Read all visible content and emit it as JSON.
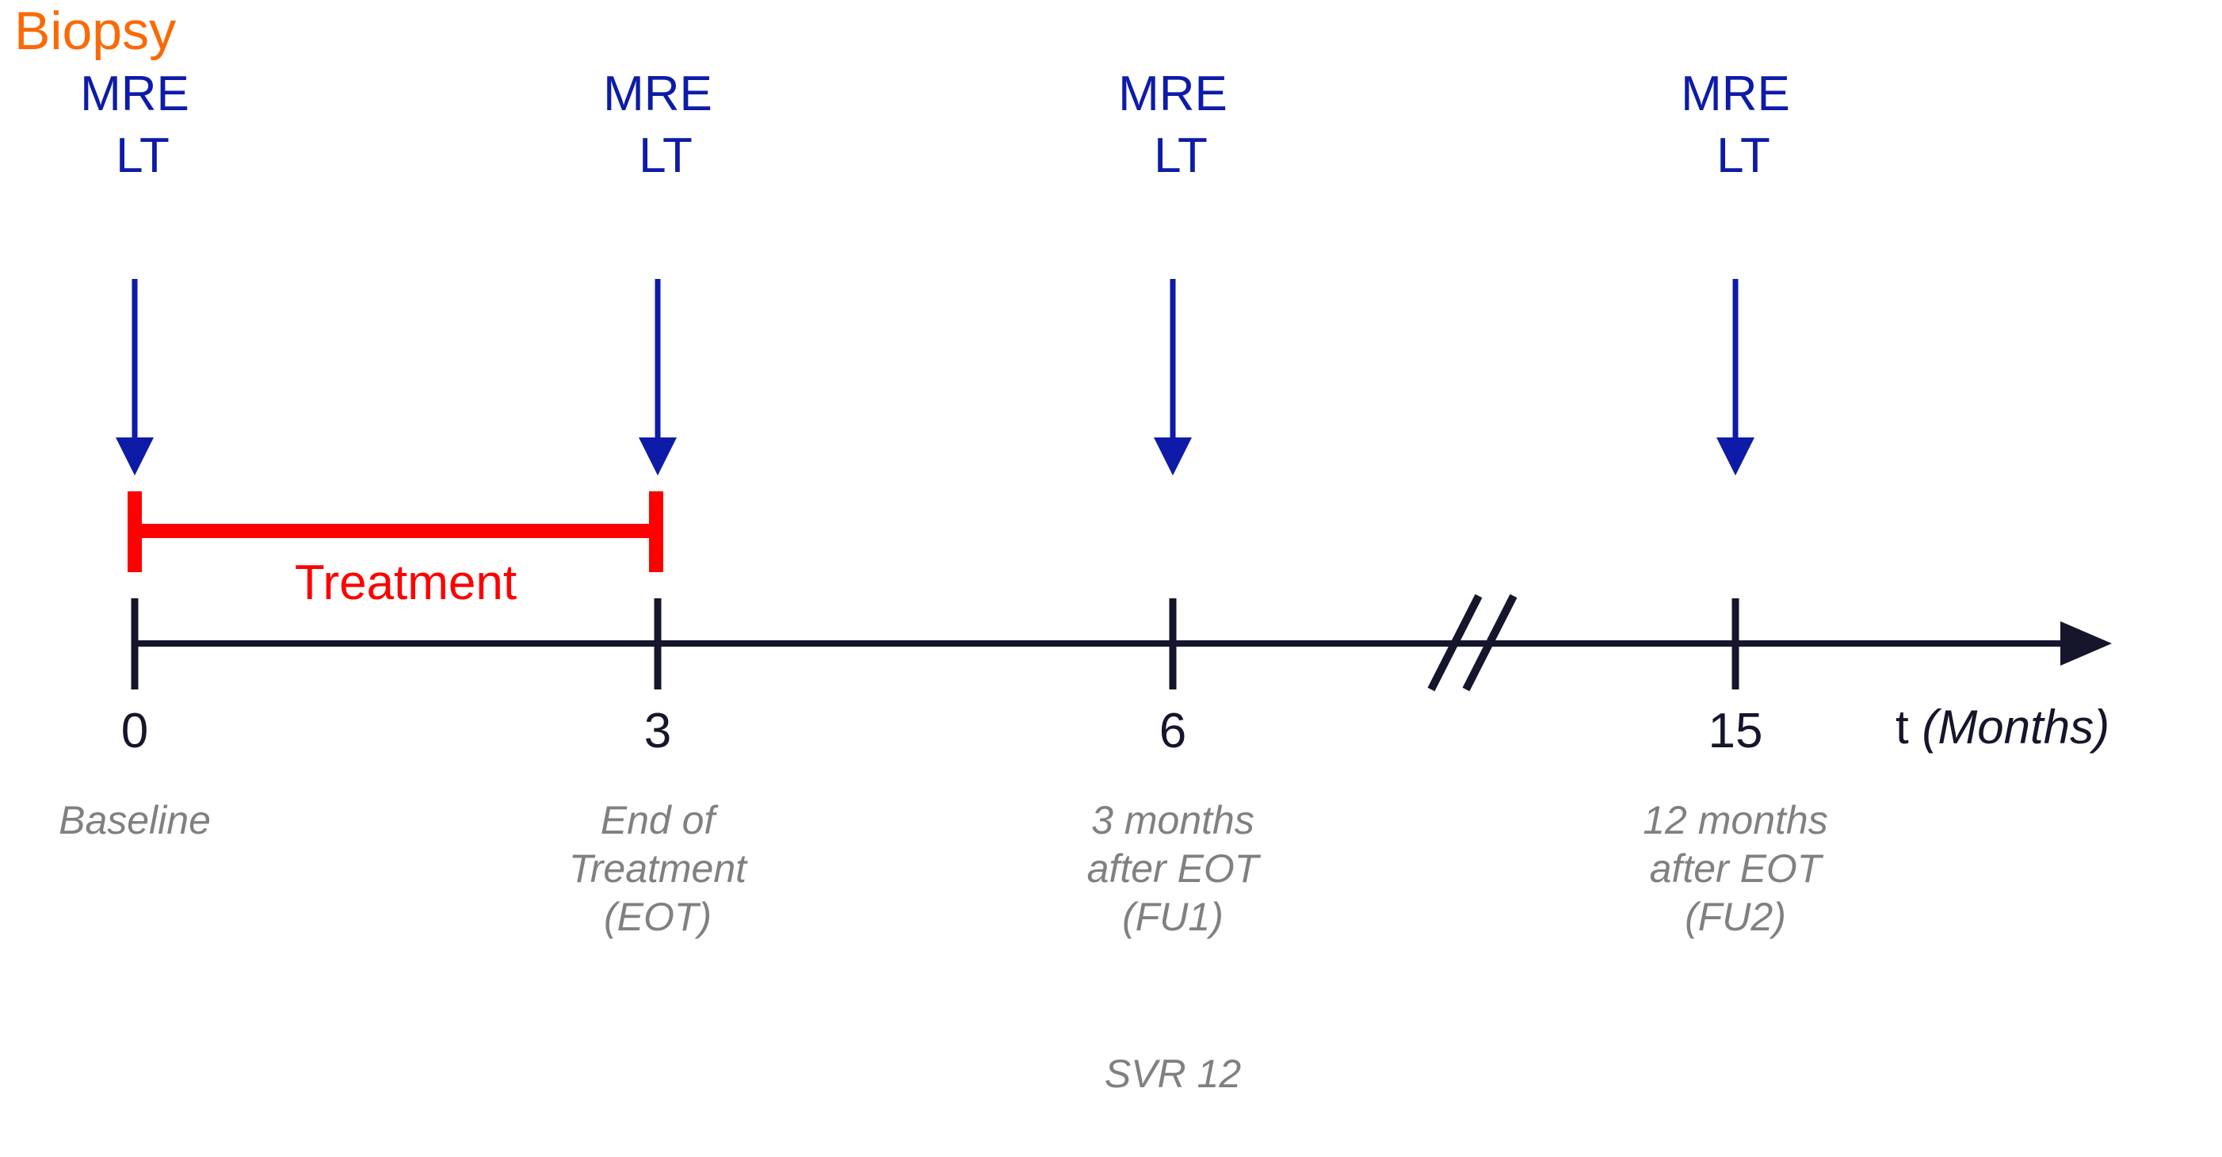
{
  "diagram": {
    "title_label": "Biopsy",
    "treatment_label": "Treatment",
    "axis_title_static": "t ",
    "axis_title_italic": "(Months)",
    "svr_label": "SVR 12",
    "colors": {
      "biopsy_orange": "#F96A06",
      "assessment_blue": "#0D1BA8",
      "treatment_red": "#FF0000",
      "axis_navy": "#15152B",
      "caption_gray": "#808080"
    },
    "timepoints": [
      {
        "id": "baseline",
        "tick_value": "0",
        "mre_label": "MRE",
        "lt_label": "LT",
        "caption": "Baseline"
      },
      {
        "id": "eot",
        "tick_value": "3",
        "mre_label": "MRE",
        "lt_label": "LT",
        "caption": "End of\nTreatment\n(EOT)"
      },
      {
        "id": "fu1",
        "tick_value": "6",
        "mre_label": "MRE",
        "lt_label": "LT",
        "caption": "3 months\nafter EOT\n(FU1)"
      },
      {
        "id": "fu2",
        "tick_value": "15",
        "mre_label": "MRE",
        "lt_label": "LT",
        "caption": "12 months\nafter EOT\n(FU2)"
      }
    ]
  }
}
